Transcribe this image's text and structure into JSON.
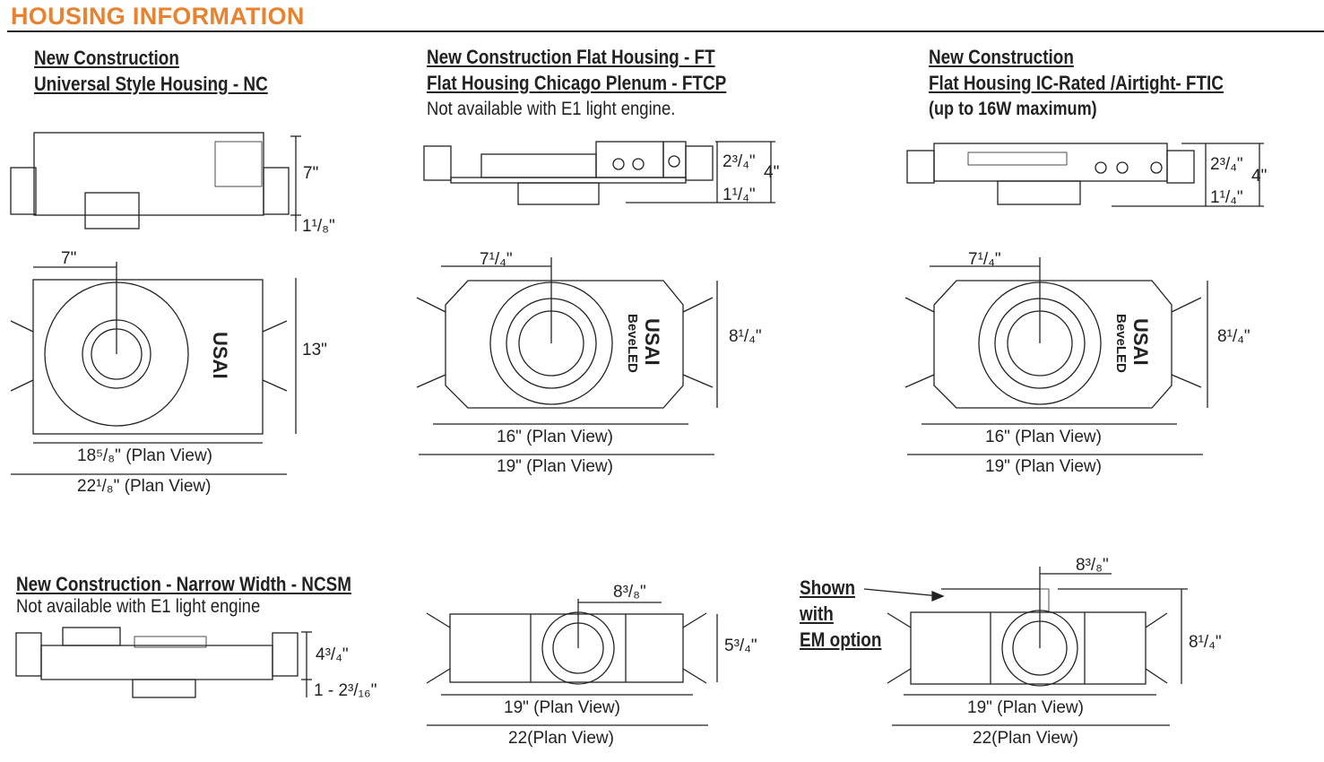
{
  "title": "HOUSING INFORMATION",
  "panels": {
    "nc": {
      "heading1": "New Construction",
      "heading2": "Universal Style Housing - NC",
      "dims": {
        "height": "7\"",
        "below": "1¹/₈\"",
        "offset": "7\"",
        "depth": "13\"",
        "plan1": "18⁵/₈\" (Plan View)",
        "plan2": "22¹/₈\" (Plan View)"
      }
    },
    "ft": {
      "heading1": "New Construction Flat Housing - FT",
      "heading2": "Flat Housing Chicago Plenum - FTCP",
      "note": "Not available with E1 light engine.",
      "dims": {
        "upper": "2³/₄\"",
        "total": "4\"",
        "lower": "1¹/₄\"",
        "offset": "7¹/₄\"",
        "depth": "8¹/₄\"",
        "plan1": "16\" (Plan View)",
        "plan2": "19\" (Plan View)"
      }
    },
    "ftic": {
      "heading1": "New Construction",
      "heading2": "Flat Housing IC-Rated /Airtight- FTIC",
      "note": "(up to 16W maximum)",
      "dims": {
        "upper": "2³/₄\"",
        "total": "4\"",
        "lower": "1¹/₄\"",
        "offset": "7¹/₄\"",
        "depth": "8¹/₄\"",
        "plan1": "16\" (Plan View)",
        "plan2": "19\" (Plan View)"
      }
    },
    "ncsm": {
      "heading": "New Construction - Narrow Width - NCSM",
      "note": "Not available with E1 light engine",
      "dims": {
        "height": "4³/₄\"",
        "below": "1 - 2³/₁₆\""
      }
    },
    "ncsm_plan": {
      "dims": {
        "offset": "8³/₈\"",
        "depth": "5³/₄\"",
        "plan1": "19\" (Plan View)",
        "plan2": "22(Plan View)"
      }
    },
    "em": {
      "callout": [
        "Shown",
        "with",
        "EM option"
      ],
      "dims": {
        "offset": "8³/₈\"",
        "depth": "8¹/₄\"",
        "plan1": "19\" (Plan View)",
        "plan2": "22(Plan View)"
      }
    }
  },
  "logo_text": [
    "USAI",
    "BeveLED"
  ]
}
